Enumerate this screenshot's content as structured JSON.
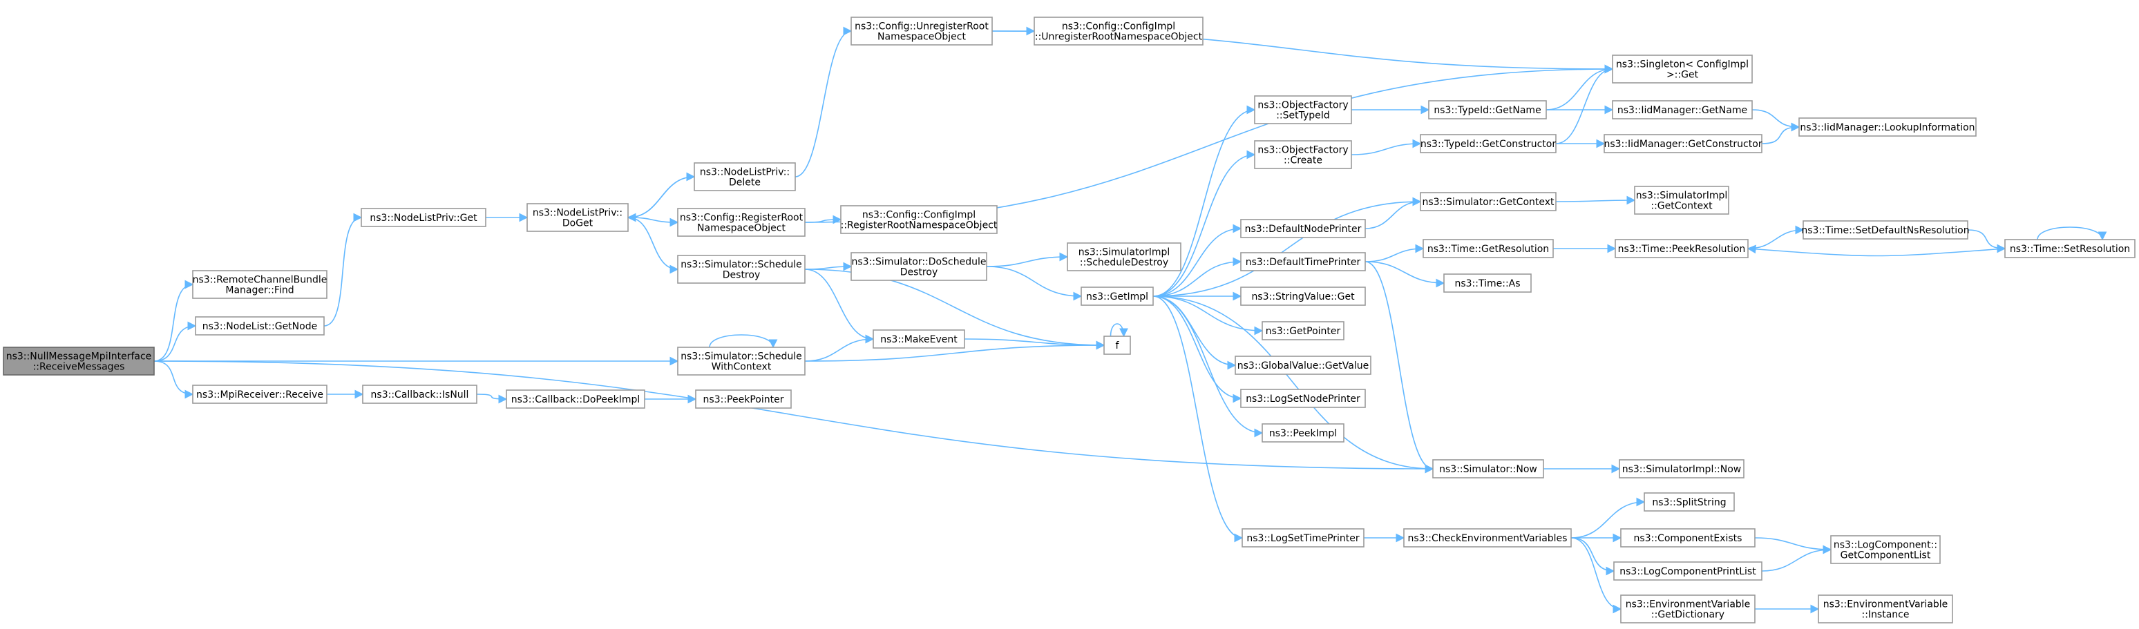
{
  "graph": {
    "colors": {
      "edge": "#63b8ff",
      "node_border": "#999999",
      "root_fill": "#999999",
      "background": "#ffffff"
    },
    "root": "receive",
    "nodes": [
      {
        "id": "receive",
        "lines": [
          "ns3::NullMessageMpiInterface",
          "::ReceiveMessages"
        ]
      },
      {
        "id": "rcbm_find",
        "lines": [
          "ns3::RemoteChannelBundle",
          "Manager::Find"
        ]
      },
      {
        "id": "nodelist_getnode",
        "lines": [
          "ns3::NodeList::GetNode"
        ]
      },
      {
        "id": "mpireceiver",
        "lines": [
          "ns3::MpiReceiver::Receive"
        ]
      },
      {
        "id": "cb_isnull",
        "lines": [
          "ns3::Callback::IsNull"
        ]
      },
      {
        "id": "cb_dopeek",
        "lines": [
          "ns3::Callback::DoPeekImpl"
        ]
      },
      {
        "id": "peekpointer",
        "lines": [
          "ns3::PeekPointer"
        ]
      },
      {
        "id": "nlp_get",
        "lines": [
          "ns3::NodeListPriv::Get"
        ]
      },
      {
        "id": "nlp_doget",
        "lines": [
          "ns3::NodeListPriv::",
          "DoGet"
        ]
      },
      {
        "id": "nlp_delete",
        "lines": [
          "ns3::NodeListPriv::",
          "Delete"
        ]
      },
      {
        "id": "cfg_unreg",
        "lines": [
          "ns3::Config::UnregisterRoot",
          "NamespaceObject"
        ]
      },
      {
        "id": "cfgimpl_unreg",
        "lines": [
          "ns3::Config::ConfigImpl",
          "::UnregisterRootNamespaceObject"
        ]
      },
      {
        "id": "cfg_reg",
        "lines": [
          "ns3::Config::RegisterRoot",
          "NamespaceObject"
        ]
      },
      {
        "id": "cfgimpl_reg",
        "lines": [
          "ns3::Config::ConfigImpl",
          "::RegisterRootNamespaceObject"
        ]
      },
      {
        "id": "sim_schedule_destroy",
        "lines": [
          "ns3::Simulator::Schedule",
          "Destroy"
        ]
      },
      {
        "id": "sim_doschedule_destroy",
        "lines": [
          "ns3::Simulator::DoSchedule",
          "Destroy"
        ]
      },
      {
        "id": "simimpl_schedule_destroy",
        "lines": [
          "ns3::SimulatorImpl",
          "::ScheduleDestroy"
        ]
      },
      {
        "id": "sim_schedule_ctx",
        "lines": [
          "ns3::Simulator::Schedule",
          "WithContext"
        ]
      },
      {
        "id": "makeevent",
        "lines": [
          "ns3::MakeEvent"
        ]
      },
      {
        "id": "f",
        "lines": [
          "f"
        ]
      },
      {
        "id": "getimpl",
        "lines": [
          "ns3::GetImpl"
        ]
      },
      {
        "id": "of_settypeid",
        "lines": [
          "ns3::ObjectFactory",
          "::SetTypeId"
        ]
      },
      {
        "id": "of_create",
        "lines": [
          "ns3::ObjectFactory",
          "::Create"
        ]
      },
      {
        "id": "default_node_printer",
        "lines": [
          "ns3::DefaultNodePrinter"
        ]
      },
      {
        "id": "default_time_printer",
        "lines": [
          "ns3::DefaultTimePrinter"
        ]
      },
      {
        "id": "stringvalue_get",
        "lines": [
          "ns3::StringValue::Get"
        ]
      },
      {
        "id": "getpointer",
        "lines": [
          "ns3::GetPointer"
        ]
      },
      {
        "id": "globalvalue_getvalue",
        "lines": [
          "ns3::GlobalValue::GetValue"
        ]
      },
      {
        "id": "logsetnodeprinter",
        "lines": [
          "ns3::LogSetNodePrinter"
        ]
      },
      {
        "id": "peekimpl",
        "lines": [
          "ns3::PeekImpl"
        ]
      },
      {
        "id": "logsettimeprinter",
        "lines": [
          "ns3::LogSetTimePrinter"
        ]
      },
      {
        "id": "typeid_getname",
        "lines": [
          "ns3::TypeId::GetName"
        ]
      },
      {
        "id": "typeid_getconstructor",
        "lines": [
          "ns3::TypeId::GetConstructor"
        ]
      },
      {
        "id": "sim_getcontext",
        "lines": [
          "ns3::Simulator::GetContext"
        ]
      },
      {
        "id": "time_getresolution",
        "lines": [
          "ns3::Time::GetResolution"
        ]
      },
      {
        "id": "time_as",
        "lines": [
          "ns3::Time::As"
        ]
      },
      {
        "id": "sim_now",
        "lines": [
          "ns3::Simulator::Now"
        ]
      },
      {
        "id": "check_env",
        "lines": [
          "ns3::CheckEnvironmentVariables"
        ]
      },
      {
        "id": "singleton_get",
        "lines": [
          "ns3::Singleton< ConfigImpl",
          " >::Get"
        ]
      },
      {
        "id": "iid_getname",
        "lines": [
          "ns3::IidManager::GetName"
        ]
      },
      {
        "id": "iid_getconstructor",
        "lines": [
          "ns3::IidManager::GetConstructor"
        ]
      },
      {
        "id": "iid_lookup",
        "lines": [
          "ns3::IidManager::LookupInformation"
        ]
      },
      {
        "id": "simimpl_getcontext",
        "lines": [
          "ns3::SimulatorImpl",
          "::GetContext"
        ]
      },
      {
        "id": "time_peekres",
        "lines": [
          "ns3::Time::PeekResolution"
        ]
      },
      {
        "id": "time_setdefaultns",
        "lines": [
          "ns3::Time::SetDefaultNsResolution"
        ]
      },
      {
        "id": "time_setres",
        "lines": [
          "ns3::Time::SetResolution"
        ]
      },
      {
        "id": "simimpl_now",
        "lines": [
          "ns3::SimulatorImpl::Now"
        ]
      },
      {
        "id": "splitstring",
        "lines": [
          "ns3::SplitString"
        ]
      },
      {
        "id": "component_exists",
        "lines": [
          "ns3::ComponentExists"
        ]
      },
      {
        "id": "logcomponent_printlist",
        "lines": [
          "ns3::LogComponentPrintList"
        ]
      },
      {
        "id": "logcomponent_getlist",
        "lines": [
          "ns3::LogComponent::",
          "GetComponentList"
        ]
      },
      {
        "id": "envvar_getdict",
        "lines": [
          "ns3::EnvironmentVariable",
          "::GetDictionary"
        ]
      },
      {
        "id": "envvar_instance",
        "lines": [
          "ns3::EnvironmentVariable",
          "::Instance"
        ]
      }
    ],
    "edges": [
      [
        "receive",
        "rcbm_find"
      ],
      [
        "receive",
        "nodelist_getnode"
      ],
      [
        "receive",
        "sim_schedule_ctx"
      ],
      [
        "receive",
        "mpireceiver"
      ],
      [
        "receive",
        "sim_now"
      ],
      [
        "nodelist_getnode",
        "nlp_get"
      ],
      [
        "nlp_get",
        "nlp_doget"
      ],
      [
        "nlp_doget",
        "nlp_delete"
      ],
      [
        "nlp_delete",
        "nlp_doget"
      ],
      [
        "nlp_doget",
        "cfg_reg"
      ],
      [
        "nlp_doget",
        "sim_schedule_destroy"
      ],
      [
        "nlp_delete",
        "cfg_unreg"
      ],
      [
        "cfg_unreg",
        "cfgimpl_unreg"
      ],
      [
        "cfg_unreg",
        "singleton_get"
      ],
      [
        "cfg_reg",
        "cfgimpl_reg"
      ],
      [
        "cfg_reg",
        "singleton_get"
      ],
      [
        "sim_schedule_destroy",
        "sim_doschedule_destroy"
      ],
      [
        "sim_schedule_destroy",
        "makeevent"
      ],
      [
        "sim_schedule_destroy",
        "f"
      ],
      [
        "sim_doschedule_destroy",
        "simimpl_schedule_destroy"
      ],
      [
        "sim_doschedule_destroy",
        "getimpl"
      ],
      [
        "sim_schedule_ctx",
        "sim_schedule_ctx"
      ],
      [
        "sim_schedule_ctx",
        "makeevent"
      ],
      [
        "sim_schedule_ctx",
        "f"
      ],
      [
        "makeevent",
        "f"
      ],
      [
        "f",
        "f"
      ],
      [
        "mpireceiver",
        "cb_isnull"
      ],
      [
        "cb_isnull",
        "cb_dopeek"
      ],
      [
        "cb_dopeek",
        "peekpointer"
      ],
      [
        "getimpl",
        "of_settypeid"
      ],
      [
        "getimpl",
        "of_create"
      ],
      [
        "getimpl",
        "default_node_printer"
      ],
      [
        "getimpl",
        "default_time_printer"
      ],
      [
        "getimpl",
        "stringvalue_get"
      ],
      [
        "getimpl",
        "getpointer"
      ],
      [
        "getimpl",
        "globalvalue_getvalue"
      ],
      [
        "getimpl",
        "logsetnodeprinter"
      ],
      [
        "getimpl",
        "peekimpl"
      ],
      [
        "getimpl",
        "logsettimeprinter"
      ],
      [
        "getimpl",
        "sim_getcontext"
      ],
      [
        "getimpl",
        "sim_now"
      ],
      [
        "of_settypeid",
        "typeid_getname"
      ],
      [
        "of_create",
        "typeid_getconstructor"
      ],
      [
        "default_node_printer",
        "sim_getcontext"
      ],
      [
        "default_time_printer",
        "time_getresolution"
      ],
      [
        "default_time_printer",
        "time_as"
      ],
      [
        "default_time_printer",
        "sim_now"
      ],
      [
        "logsettimeprinter",
        "check_env"
      ],
      [
        "typeid_getname",
        "iid_getname"
      ],
      [
        "typeid_getname",
        "singleton_get"
      ],
      [
        "typeid_getconstructor",
        "iid_getconstructor"
      ],
      [
        "typeid_getconstructor",
        "singleton_get"
      ],
      [
        "iid_getname",
        "iid_lookup"
      ],
      [
        "iid_getconstructor",
        "iid_lookup"
      ],
      [
        "sim_getcontext",
        "simimpl_getcontext"
      ],
      [
        "time_getresolution",
        "time_peekres"
      ],
      [
        "time_peekres",
        "time_setdefaultns"
      ],
      [
        "time_setdefaultns",
        "time_setres"
      ],
      [
        "time_setres",
        "time_setres"
      ],
      [
        "time_setres",
        "time_peekres"
      ],
      [
        "sim_now",
        "simimpl_now"
      ],
      [
        "check_env",
        "splitstring"
      ],
      [
        "check_env",
        "component_exists"
      ],
      [
        "check_env",
        "logcomponent_printlist"
      ],
      [
        "check_env",
        "envvar_getdict"
      ],
      [
        "component_exists",
        "logcomponent_getlist"
      ],
      [
        "logcomponent_printlist",
        "logcomponent_getlist"
      ],
      [
        "envvar_getdict",
        "envvar_instance"
      ]
    ]
  }
}
